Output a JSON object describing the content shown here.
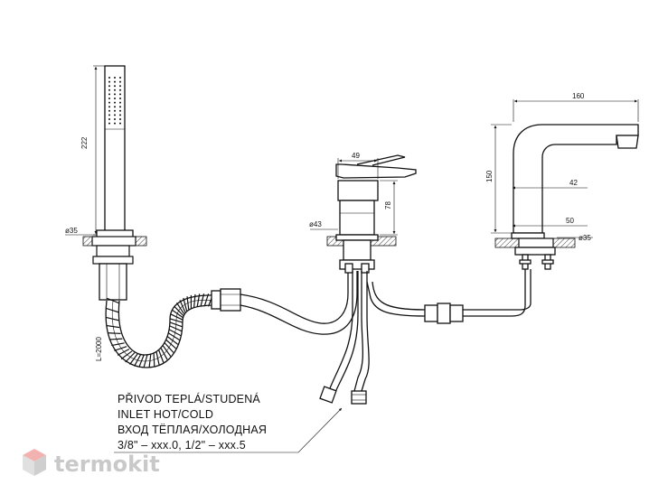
{
  "dimensions": {
    "handshower_length": "222",
    "handshower_diameter": "ø35",
    "hose_length": "L=2000",
    "mixer_width": "49",
    "mixer_height": "78",
    "mixer_diameter": "ø43",
    "spout_reach": "160",
    "spout_height": "150",
    "spout_width": "42",
    "spout_base_width": "50",
    "spout_diameter": "ø35"
  },
  "inlet_note": {
    "line1": "PŘIVOD TEPLÁ/STUDENÁ",
    "line2": "INLET HOT/COLD",
    "line3": "ВХОД ТЁПЛАЯ/ХОЛОДНАЯ",
    "line4": "3/8\" – xxx.0, 1/2\" – xxx.5"
  },
  "watermark": {
    "text": "termokit",
    "colors": {
      "top": "#f2b3b0",
      "left": "#e0e0e0",
      "right": "#cfcfcf"
    }
  }
}
